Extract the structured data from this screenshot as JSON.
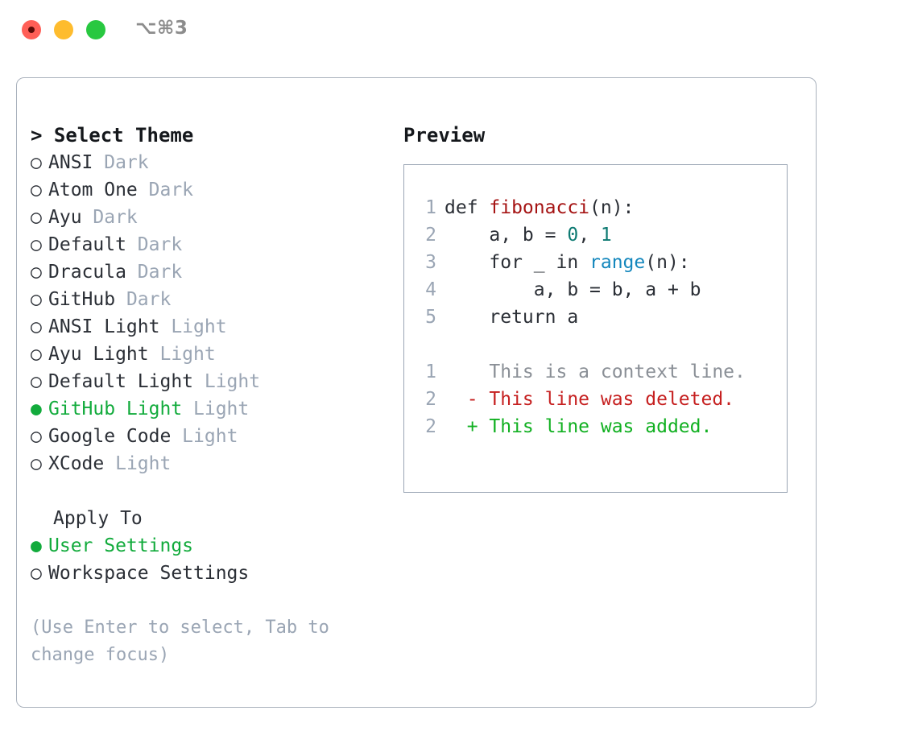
{
  "window": {
    "title": "⌥⌘3",
    "traffic_lights": [
      {
        "name": "close-button",
        "color": "#ff5f57"
      },
      {
        "name": "minimize-button",
        "color": "#febc2e"
      },
      {
        "name": "maximize-button",
        "color": "#28c840"
      }
    ]
  },
  "theme_list": {
    "header": "> Select Theme",
    "bullet_unselected": "○",
    "bullet_selected": "●",
    "items": [
      {
        "label": "ANSI",
        "tag": "Dark",
        "selected": false
      },
      {
        "label": "Atom One",
        "tag": "Dark",
        "selected": false
      },
      {
        "label": "Ayu",
        "tag": "Dark",
        "selected": false
      },
      {
        "label": "Default",
        "tag": "Dark",
        "selected": false
      },
      {
        "label": "Dracula",
        "tag": "Dark",
        "selected": false
      },
      {
        "label": "GitHub",
        "tag": "Dark",
        "selected": false
      },
      {
        "label": "ANSI Light",
        "tag": "Light",
        "selected": false
      },
      {
        "label": "Ayu Light",
        "tag": "Light",
        "selected": false
      },
      {
        "label": "Default Light",
        "tag": "Light",
        "selected": false
      },
      {
        "label": "GitHub Light",
        "tag": "Light",
        "selected": true
      },
      {
        "label": "Google Code",
        "tag": "Light",
        "selected": false
      },
      {
        "label": "XCode",
        "tag": "Light",
        "selected": false
      }
    ]
  },
  "apply_to": {
    "header": "Apply To",
    "items": [
      {
        "label": "User Settings",
        "selected": true
      },
      {
        "label": "Workspace Settings",
        "selected": false
      }
    ]
  },
  "hint": "(Use Enter to select, Tab to change focus)",
  "preview": {
    "header": "Preview",
    "code_lines": [
      {
        "num": "1",
        "parts": [
          {
            "text": "def ",
            "style": "plain"
          },
          {
            "text": "fibonacci",
            "style": "fn"
          },
          {
            "text": "(n):",
            "style": "plain"
          }
        ]
      },
      {
        "num": "2",
        "parts": [
          {
            "text": "    a, b = ",
            "style": "plain"
          },
          {
            "text": "0",
            "style": "num"
          },
          {
            "text": ", ",
            "style": "plain"
          },
          {
            "text": "1",
            "style": "num"
          }
        ]
      },
      {
        "num": "3",
        "parts": [
          {
            "text": "    for _ in ",
            "style": "plain"
          },
          {
            "text": "range",
            "style": "call"
          },
          {
            "text": "(n):",
            "style": "plain"
          }
        ]
      },
      {
        "num": "4",
        "parts": [
          {
            "text": "        a, b = b, a + b",
            "style": "plain"
          }
        ]
      },
      {
        "num": "5",
        "parts": [
          {
            "text": "    return a",
            "style": "plain"
          }
        ]
      }
    ],
    "diff_lines": [
      {
        "num": "1",
        "marker": " ",
        "text": " This is a context line.",
        "style": "ctx"
      },
      {
        "num": "2",
        "marker": "-",
        "text": " This line was deleted.",
        "style": "del"
      },
      {
        "num": "2",
        "marker": "+",
        "text": " This line was added.",
        "style": "add"
      }
    ]
  },
  "colors": {
    "green_accent": "#12ab3c",
    "muted": "#9aa5b4",
    "border": "#aab2bd",
    "fn_red": "#a51313",
    "num_teal": "#0d7a72",
    "call_blue": "#1487bd",
    "diff_del_red": "#c62020",
    "diff_add_green": "#11b021"
  }
}
